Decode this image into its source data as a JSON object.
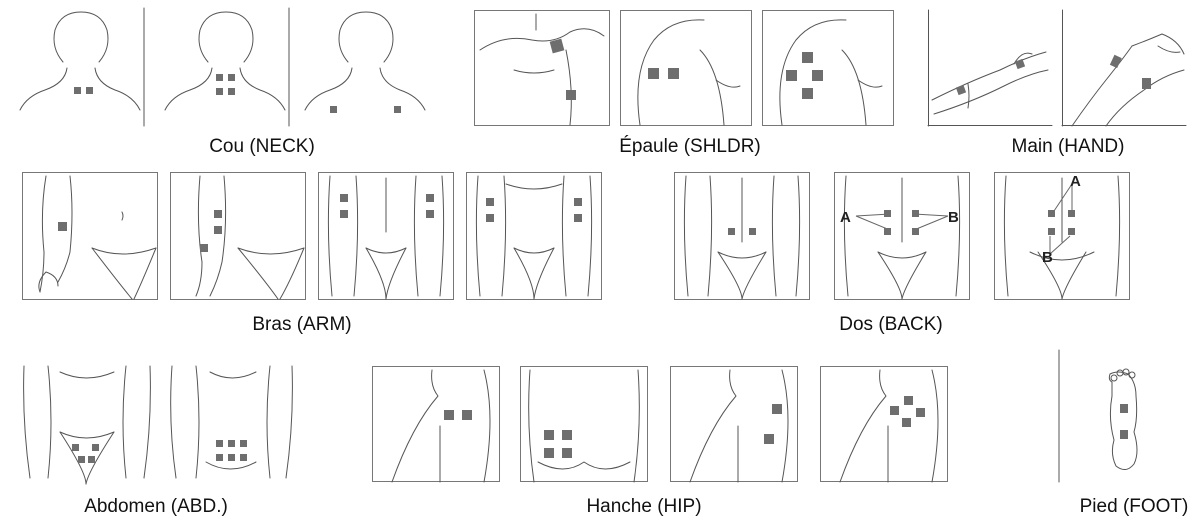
{
  "colors": {
    "pad": "#6e6e6e",
    "line": "#555555",
    "frame": "#777777"
  },
  "captions": {
    "neck": "Cou (NECK)",
    "shoulder": "Épaule (SHLDR)",
    "hand": "Main (HAND)",
    "arm": "Bras (ARM)",
    "back": "Dos (BACK)",
    "abdomen": "Abdomen (ABD.)",
    "hip": "Hanche (HIP)",
    "foot": "Pied (FOOT)"
  },
  "point_labels": {
    "a": "A",
    "b": "B"
  }
}
